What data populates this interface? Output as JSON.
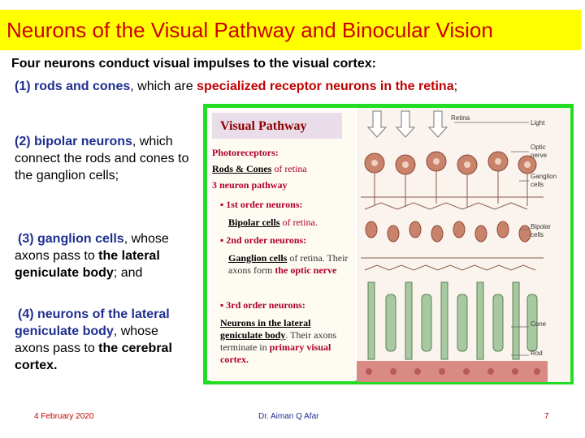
{
  "title": "Neurons of the Visual Pathway and Binocular Vision",
  "intro": "Four neurons conduct visual impulses to the visual cortex:",
  "item1": {
    "num": "(1) ",
    "term": "rods and cones",
    "mid": ", which are ",
    "desc": "specialized receptor neurons in the retina",
    "end": ";"
  },
  "item2": {
    "term": "(2) bipolar neurons",
    "rest": ", which connect the rods and cones to the ganglion cells;"
  },
  "item3": {
    "term": "(3) ganglion cells",
    "mid": ", whose axons pass to ",
    "bold": "the lateral geniculate body",
    "end": "; and"
  },
  "item4": {
    "term": "(4) neurons of the lateral geniculate body",
    "mid": ", whose axons pass to ",
    "bold": "the cerebral cortex."
  },
  "footer": {
    "date": "4 February 2020",
    "author": "Dr. Aiman Q Afar",
    "page": "7"
  },
  "diagram": {
    "title": "Visual Pathway",
    "photoreceptors": "Photoreceptors:",
    "rods_cones": "Rods & Cones",
    "of_retina": " of retina",
    "neuron_pathway": "3 neuron pathway",
    "first": "1st order neurons:",
    "bipolar": "Bipolar cells",
    "of_retina2": " of retina.",
    "second": "2nd order neurons:",
    "ganglion": "Ganglion cells",
    "gang_rest": " of retina. Their axons form",
    "optic": "the optic nerve",
    "third": "3rd order neurons:",
    "lgb": "Neurons in the lateral geniculate body",
    "lgb_rest": ". Their axons terminate in",
    "cortex": "primary visual cortex.",
    "labels": {
      "retina": "Retina",
      "light": "Light",
      "optic_nerve": "Optic nerve",
      "ganglion_cells": "Ganglion cells",
      "bipolar_cells": "Bipolar cells",
      "cone": "Cone",
      "rod": "Rod"
    }
  }
}
